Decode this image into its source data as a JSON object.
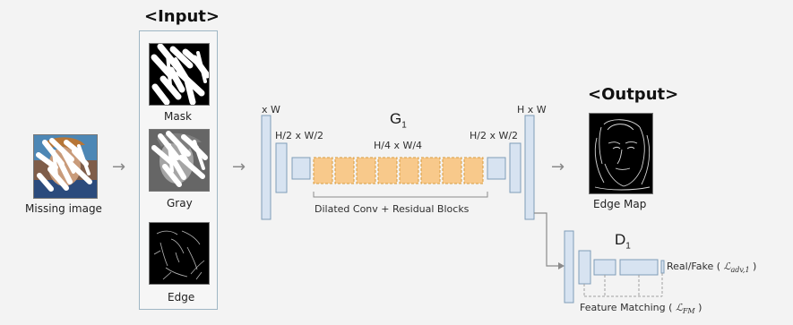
{
  "headers": {
    "input": "<Input>",
    "output": "<Output>"
  },
  "labels": {
    "missing_image": "Missing image",
    "mask": "Mask",
    "gray": "Gray",
    "edge": "Edge",
    "edge_map": "Edge Map",
    "generator": "G",
    "discriminator": "D",
    "index": "1",
    "size_xw": "x W",
    "size_hw": "H x W",
    "size_half_left": "H/2 x W/2",
    "size_quarter": "H/4 x W/4",
    "size_half_right": "H/2 x W/2",
    "dilated_blocks": "Dilated Conv + Residual Blocks",
    "real_fake": "Real/Fake (",
    "real_fake_close": ")",
    "feature_matching": "Feature Matching (",
    "feature_matching_close": ")"
  },
  "math": {
    "adv_symbol": "ℒ",
    "adv_subscript": "adv,1",
    "fm_symbol": "ℒ",
    "fm_subscript": "FM"
  },
  "icons": {
    "arrow": "→"
  },
  "colors": {
    "background": "#f3f3f3",
    "conv_block_fill": "#d7e3f1",
    "conv_block_stroke": "#7f9db8",
    "residual_fill": "#f8c98b",
    "residual_stroke": "#d89c3f",
    "connector": "#8b8b8b",
    "input_panel_border": "#9fb6c4"
  }
}
